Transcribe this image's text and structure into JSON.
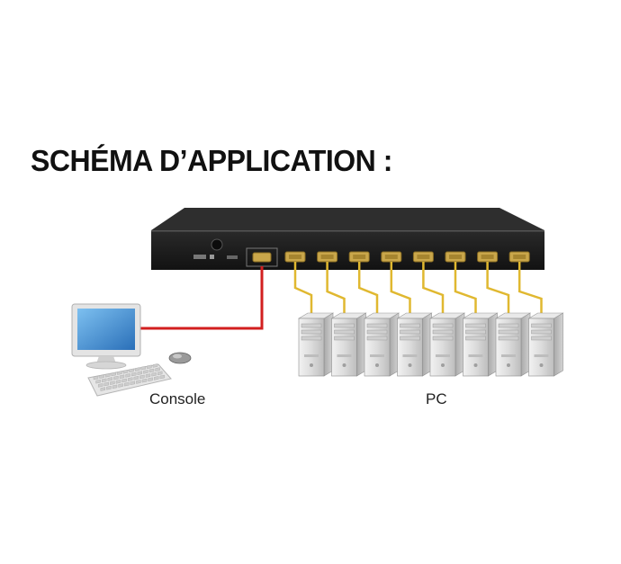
{
  "title": "SCHÉMA D’APPLICATION :",
  "console_label": "Console",
  "pc_label": "PC",
  "pc_count": 8,
  "colors": {
    "kvm_body": "#1f1f1f",
    "kvm_top": "#2b2b2b",
    "port_gold": "#c9a64a",
    "pc_cable": "#e0b830",
    "console_cable": "#d21f1f",
    "screen": "#3f8fd6"
  },
  "icons": [
    "kvm-switch-icon",
    "monitor-icon",
    "keyboard-icon",
    "mouse-icon",
    "pc-tower-icon"
  ]
}
